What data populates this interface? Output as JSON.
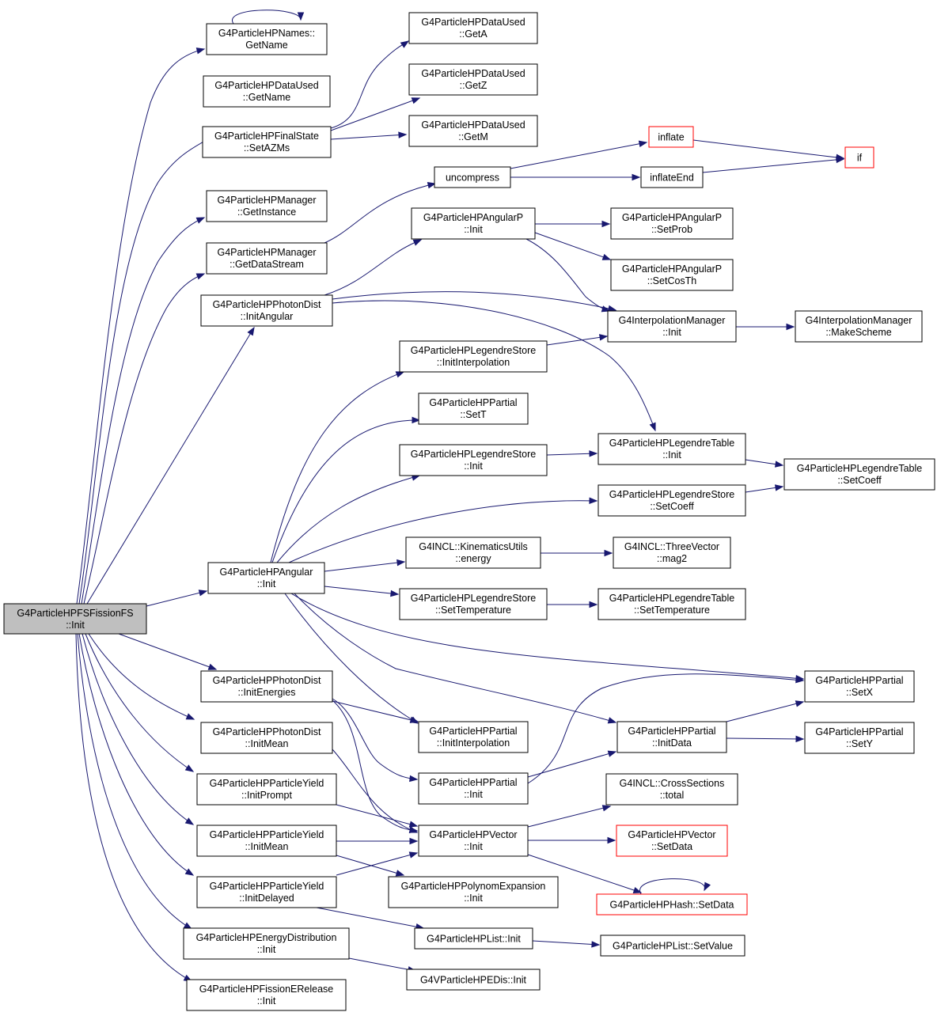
{
  "colors": {
    "edge": "#191970",
    "root_fill": "#bfbfbf",
    "truncated_border": "#ff0000",
    "node_border": "#000000"
  },
  "nodes": [
    {
      "id": "root",
      "line1": "G4ParticleHPFSFissionFS",
      "line2": "::Init"
    },
    {
      "id": "names_getname",
      "line1": "G4ParticleHPNames::",
      "line2": "GetName"
    },
    {
      "id": "dataused_getname",
      "line1": "G4ParticleHPDataUsed",
      "line2": "::GetName"
    },
    {
      "id": "finalstate_setazms",
      "line1": "G4ParticleHPFinalState",
      "line2": "::SetAZMs"
    },
    {
      "id": "manager_getinstance",
      "line1": "G4ParticleHPManager",
      "line2": "::GetInstance"
    },
    {
      "id": "manager_getdatastream",
      "line1": "G4ParticleHPManager",
      "line2": "::GetDataStream"
    },
    {
      "id": "photondist_initangular",
      "line1": "G4ParticleHPPhotonDist",
      "line2": "::InitAngular"
    },
    {
      "id": "angular_init",
      "line1": "G4ParticleHPAngular",
      "line2": "::Init"
    },
    {
      "id": "photondist_initenergies",
      "line1": "G4ParticleHPPhotonDist",
      "line2": "::InitEnergies"
    },
    {
      "id": "photondist_initmean",
      "line1": "G4ParticleHPPhotonDist",
      "line2": "::InitMean"
    },
    {
      "id": "yield_initprompt",
      "line1": "G4ParticleHPParticleYield",
      "line2": "::InitPrompt"
    },
    {
      "id": "yield_initmean",
      "line1": "G4ParticleHPParticleYield",
      "line2": "::InitMean"
    },
    {
      "id": "yield_initdelayed",
      "line1": "G4ParticleHPParticleYield",
      "line2": "::InitDelayed"
    },
    {
      "id": "energydist_init",
      "line1": "G4ParticleHPEnergyDistribution",
      "line2": "::Init"
    },
    {
      "id": "fissionerelease_init",
      "line1": "G4ParticleHPFissionERelease",
      "line2": "::Init"
    },
    {
      "id": "dataused_geta",
      "line1": "G4ParticleHPDataUsed",
      "line2": "::GetA"
    },
    {
      "id": "dataused_getz",
      "line1": "G4ParticleHPDataUsed",
      "line2": "::GetZ"
    },
    {
      "id": "dataused_getm",
      "line1": "G4ParticleHPDataUsed",
      "line2": "::GetM"
    },
    {
      "id": "uncompress",
      "line1": "uncompress",
      "line2": ""
    },
    {
      "id": "angularp_init",
      "line1": "G4ParticleHPAngularP",
      "line2": "::Init"
    },
    {
      "id": "legendrestore_initinterpolation",
      "line1": "G4ParticleHPLegendreStore",
      "line2": "::InitInterpolation"
    },
    {
      "id": "partial_sett",
      "line1": "G4ParticleHPPartial",
      "line2": "::SetT"
    },
    {
      "id": "legendrestore_init",
      "line1": "G4ParticleHPLegendreStore",
      "line2": "::Init"
    },
    {
      "id": "kinematicsutils_energy",
      "line1": "G4INCL::KinematicsUtils",
      "line2": "::energy"
    },
    {
      "id": "legendrestore_settemperature",
      "line1": "G4ParticleHPLegendreStore",
      "line2": "::SetTemperature"
    },
    {
      "id": "partial_initinterpolation",
      "line1": "G4ParticleHPPartial",
      "line2": "::InitInterpolation"
    },
    {
      "id": "partial_init",
      "line1": "G4ParticleHPPartial",
      "line2": "::Init"
    },
    {
      "id": "vector_init",
      "line1": "G4ParticleHPVector",
      "line2": "::Init"
    },
    {
      "id": "polynomexpansion_init",
      "line1": "G4ParticleHPPolynomExpansion",
      "line2": "::Init"
    },
    {
      "id": "list_init",
      "line1": "G4ParticleHPList::Init",
      "line2": ""
    },
    {
      "id": "vpedis_init",
      "line1": "G4VParticleHPEDis::Init",
      "line2": ""
    },
    {
      "id": "inflate",
      "line1": "inflate",
      "line2": ""
    },
    {
      "id": "inflateend",
      "line1": "inflateEnd",
      "line2": ""
    },
    {
      "id": "angularp_setprob",
      "line1": "G4ParticleHPAngularP",
      "line2": "::SetProb"
    },
    {
      "id": "angularp_setcosth",
      "line1": "G4ParticleHPAngularP",
      "line2": "::SetCosTh"
    },
    {
      "id": "interpolationmanager_init",
      "line1": "G4InterpolationManager",
      "line2": "::Init"
    },
    {
      "id": "legendretable_init",
      "line1": "G4ParticleHPLegendreTable",
      "line2": "::Init"
    },
    {
      "id": "legendrestore_setcoeff",
      "line1": "G4ParticleHPLegendreStore",
      "line2": "::SetCoeff"
    },
    {
      "id": "threevector_mag2",
      "line1": "G4INCL::ThreeVector",
      "line2": "::mag2"
    },
    {
      "id": "legendretable_settemperature",
      "line1": "G4ParticleHPLegendreTable",
      "line2": "::SetTemperature"
    },
    {
      "id": "partial_initdata",
      "line1": "G4ParticleHPPartial",
      "line2": "::InitData"
    },
    {
      "id": "crosssections_total",
      "line1": "G4INCL::CrossSections",
      "line2": "::total"
    },
    {
      "id": "vector_setdata",
      "line1": "G4ParticleHPVector",
      "line2": "::SetData"
    },
    {
      "id": "hash_setdata",
      "line1": "G4ParticleHPHash::SetData",
      "line2": ""
    },
    {
      "id": "list_setvalue",
      "line1": "G4ParticleHPList::SetValue",
      "line2": ""
    },
    {
      "id": "if",
      "line1": "if",
      "line2": ""
    },
    {
      "id": "interpolationmanager_makescheme",
      "line1": "G4InterpolationManager",
      "line2": "::MakeScheme"
    },
    {
      "id": "legendretable_setcoeff",
      "line1": "G4ParticleHPLegendreTable",
      "line2": "::SetCoeff"
    },
    {
      "id": "partial_setx",
      "line1": "G4ParticleHPPartial",
      "line2": "::SetX"
    },
    {
      "id": "partial_sety",
      "line1": "G4ParticleHPPartial",
      "line2": "::SetY"
    }
  ]
}
